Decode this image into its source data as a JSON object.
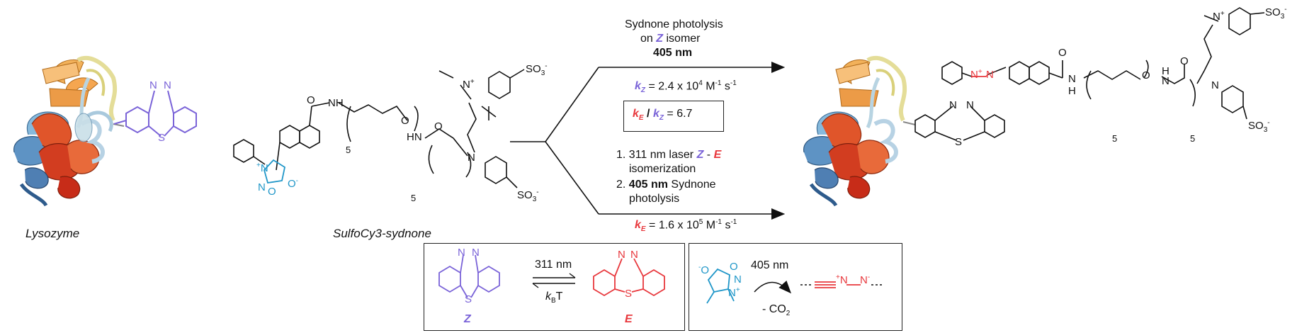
{
  "colors": {
    "z_isomer": "#7a63d8",
    "e_isomer": "#e8383d",
    "sydnone": "#1f96c8",
    "black": "#111111"
  },
  "labels": {
    "lysozyme": "Lysozyme",
    "reagent": "SulfoCy3-sydnone",
    "peg_n_left": "5",
    "peg_n_left2": "5",
    "peg_n_right": "5",
    "peg_n_right2": "5"
  },
  "top_path": {
    "line1": "Sydnone photolysis",
    "line2_pre": "on",
    "line2_z": "Z",
    "line2_post": "isomer",
    "line3": "405 nm",
    "rate_symbol": "k",
    "rate_sub": "Z",
    "rate_value": "= 2.4 x 10",
    "rate_exp": "4",
    "rate_units": "M",
    "rate_units_exp": "-1",
    "rate_units2": "s",
    "rate_units2_exp": "-1"
  },
  "ratio_box": {
    "k1": "k",
    "k1_sub": "E",
    "slash": "/",
    "k2": "k",
    "k2_sub": "Z",
    "value": "= 6.7"
  },
  "bottom_path": {
    "step1_num": "1.",
    "step1_text": "311 nm laser",
    "step1_z": "Z",
    "step1_dash": "-",
    "step1_e": "E",
    "step1_line2": "isomerization",
    "step2_num": "2.",
    "step2_bold": "405 nm",
    "step2_text": "Sydnone",
    "step2_line2": "photolysis",
    "rate_symbol": "k",
    "rate_sub": "E",
    "rate_value": "= 1.6 x 10",
    "rate_exp": "5",
    "rate_units": "M",
    "rate_units_exp": "-1",
    "rate_units2": "s",
    "rate_units2_exp": "-1"
  },
  "isomer_box": {
    "forward": "311 nm",
    "reverse_k": "k",
    "reverse_sub": "B",
    "reverse_T": "T",
    "z_label": "Z",
    "e_label": "E"
  },
  "sydnone_box": {
    "wavelength": "405 nm",
    "byproduct": "- CO",
    "byproduct_sub": "2"
  },
  "atoms": {
    "N": "N",
    "S": "S",
    "O": "O",
    "H": "H",
    "NH": "NH",
    "HN": "HN",
    "so3": "SO",
    "so3_sub": "3",
    "so3_sup": "-",
    "plus": "+",
    "minus": "-",
    "o_minus": "O",
    "o_minus_sup": "-"
  }
}
